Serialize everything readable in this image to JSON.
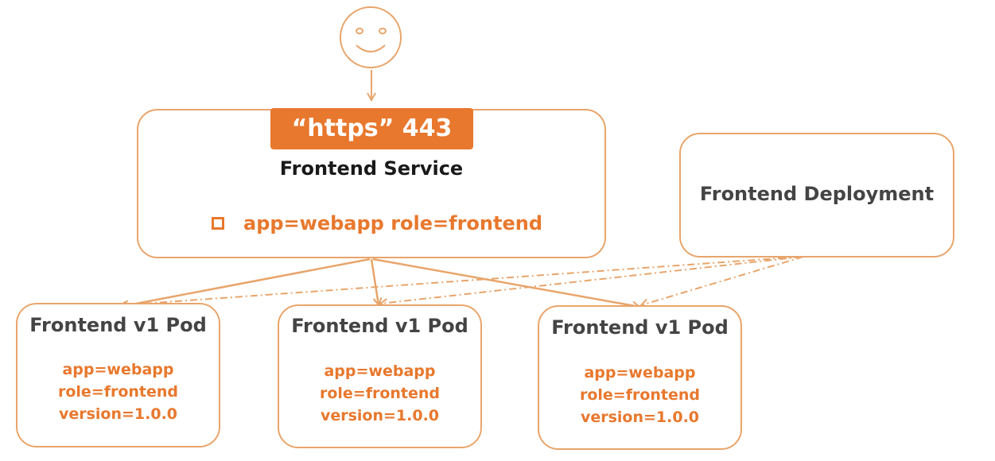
{
  "colors": {
    "accent": "#E8782D",
    "border": "#E8A56B",
    "title_text": "#1a1a1a",
    "muted_text": "#444444"
  },
  "user": {
    "icon": "smiley-face-icon"
  },
  "service": {
    "port_label": "“https” 443",
    "title": "Frontend Service",
    "selector": "app=webapp role=frontend"
  },
  "deployment": {
    "title": "Frontend Deployment"
  },
  "pods": [
    {
      "title": "Frontend v1 Pod",
      "labels": [
        "app=webapp",
        "role=frontend",
        "version=1.0.0"
      ]
    },
    {
      "title": "Frontend v1 Pod",
      "labels": [
        "app=webapp",
        "role=frontend",
        "version=1.0.0"
      ]
    },
    {
      "title": "Frontend v1 Pod",
      "labels": [
        "app=webapp",
        "role=frontend",
        "version=1.0.0"
      ]
    }
  ]
}
